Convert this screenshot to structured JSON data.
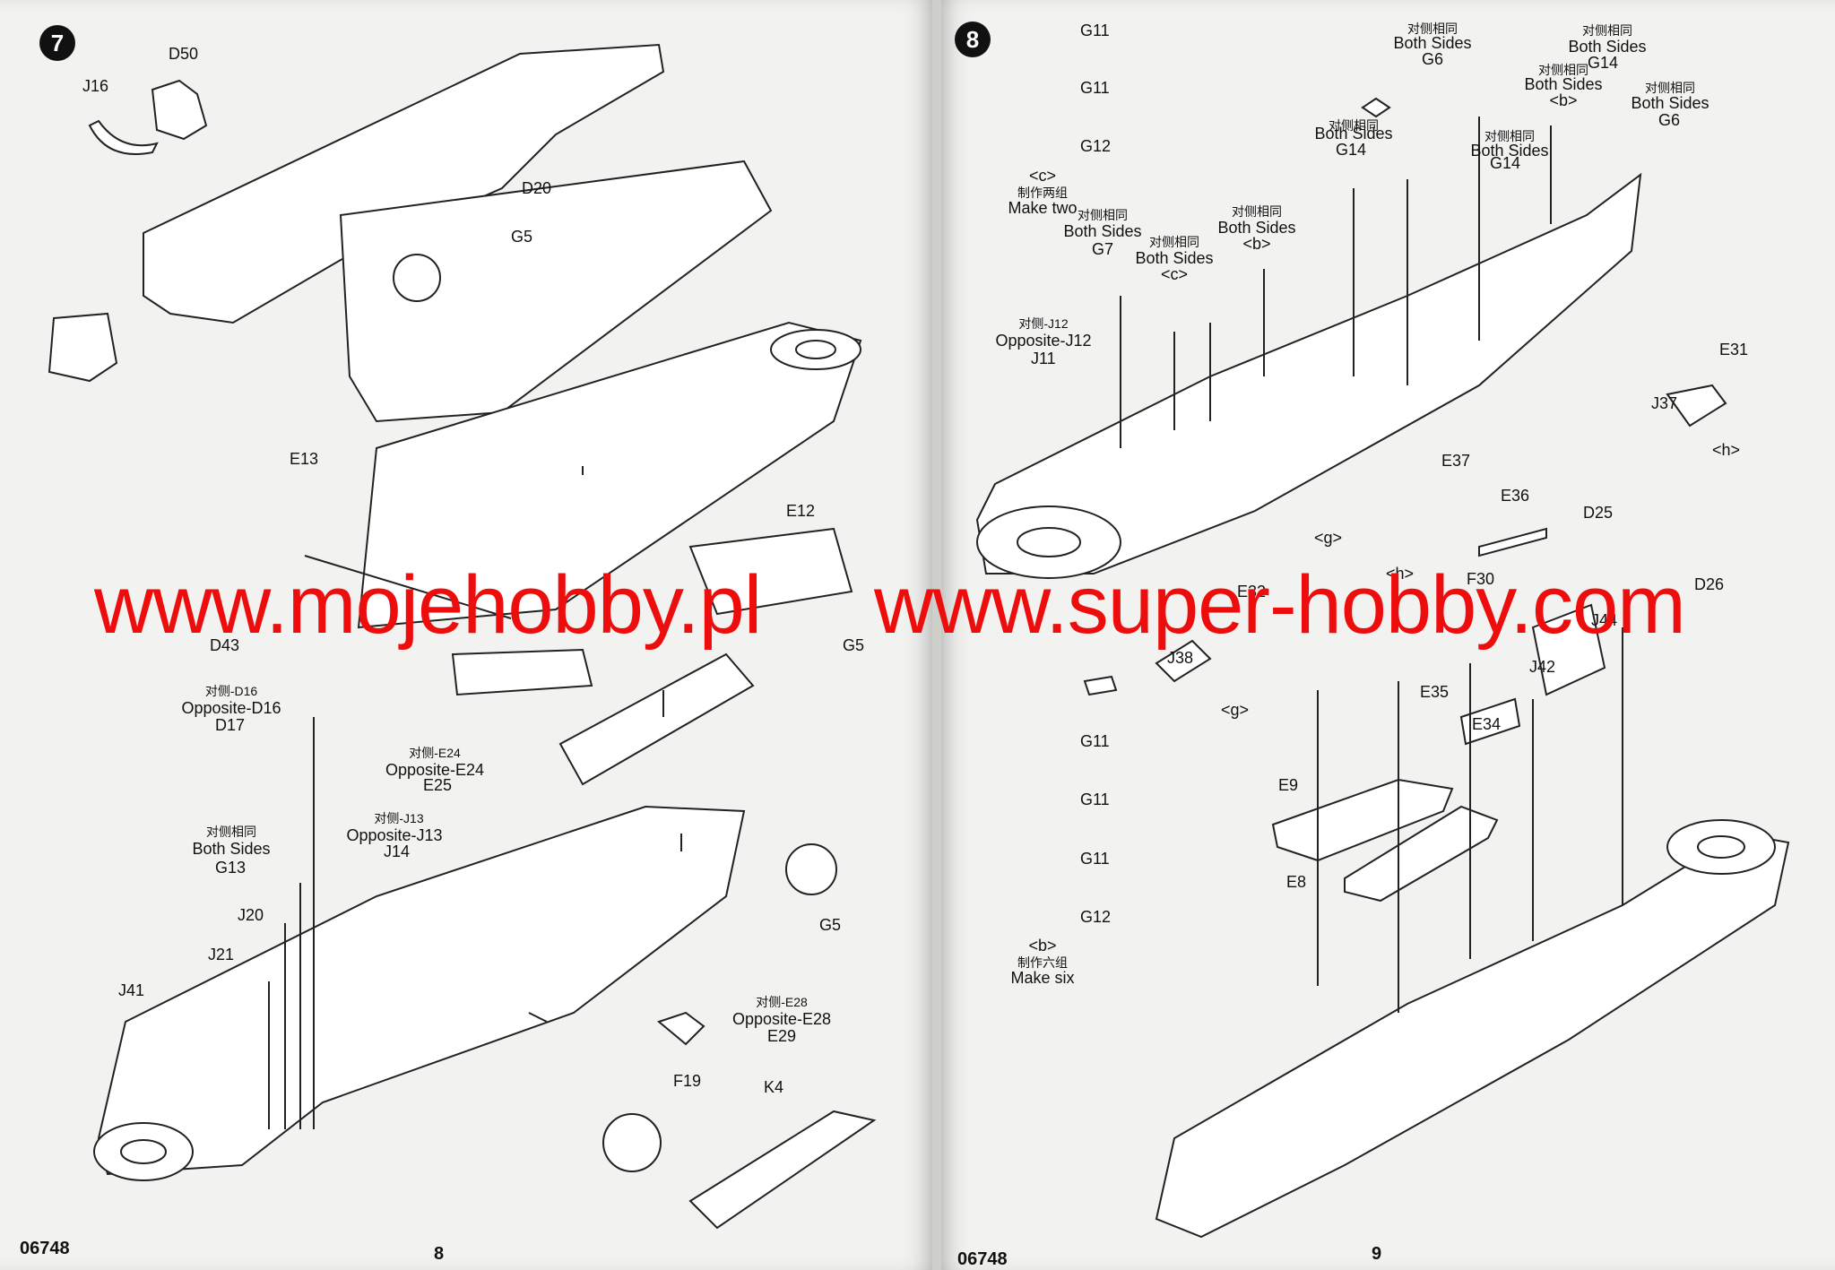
{
  "left_page": {
    "step": "7",
    "code": "06748",
    "page_number": "8",
    "labels": {
      "d50": "D50",
      "j16": "J16",
      "d20": "D20",
      "g5_top": "G5",
      "e13": "E13",
      "e12": "E12",
      "d43": "D43",
      "g5_mid": "G5",
      "d17_cn": "对侧-D16",
      "d17_en": "Opposite-D16",
      "d17": "D17",
      "e25_cn": "对侧-E24",
      "e25_en": "Opposite-E24",
      "e25": "E25",
      "j14_cn": "对侧-J13",
      "j14_en": "Opposite-J13",
      "j14": "J14",
      "g13_cn": "对侧相同",
      "g13_en": "Both Sides",
      "g13": "G13",
      "j20": "J20",
      "j21": "J21",
      "j41": "J41",
      "g5_low": "G5",
      "e29_cn": "对侧-E28",
      "e29_en": "Opposite-E28",
      "e29": "E29",
      "f19": "F19",
      "k4": "K4"
    }
  },
  "right_page": {
    "step": "8",
    "code": "06748",
    "page_number": "9",
    "labels": {
      "g11_a": "G11",
      "g11_b": "G11",
      "g12_a": "G12",
      "c_tag": "<c>",
      "make_two_cn": "制作两组",
      "make_two_en": "Make two",
      "g7_cn": "对侧相同",
      "g7_en": "Both Sides",
      "g7": "G7",
      "j11_cn": "对侧-J12",
      "j11_en": "Opposite-J12",
      "j11": "J11",
      "c2_cn": "对侧相同",
      "c2_en": "Both Sides",
      "c2": "<c>",
      "b1_cn": "对侧相同",
      "b1_en": "Both Sides",
      "b1": "<b>",
      "g14a_cn": "对侧相同",
      "g14a_en": "Both Sides",
      "g14a": "G14",
      "g6a_cn": "对侧相同",
      "g6a_en": "Both Sides",
      "g6a": "G6",
      "g14b": "G14",
      "g14b_cn": "对侧相同",
      "g14b_en": "Both Sides",
      "b2_cn": "对侧相同",
      "b2_en": "Both Sides",
      "b2": "<b>",
      "g14c_cn": "对侧相同",
      "g14c_en": "Both Sides",
      "g14c": "G14",
      "g6b_cn": "对侧相同",
      "g6b_en": "Both Sides",
      "g6b": "G6",
      "e31": "E31",
      "j37": "J37",
      "h1": "<h>",
      "e37": "E37",
      "e36": "E36",
      "d25": "D25",
      "d26": "D26",
      "g1": "<g>",
      "h2": "<h>",
      "f30": "F30",
      "e32": "E32",
      "j44": "J44",
      "j38": "J38",
      "g2": "<g>",
      "j42": "J42",
      "e35": "E35",
      "e34": "E34",
      "e9": "E9",
      "e8": "E8",
      "g11_c": "G11",
      "g11_d": "G11",
      "g11_e": "G11",
      "g12_b": "G12",
      "b_tag": "<b>",
      "make_six_cn": "制作六组",
      "make_six_en": "Make six"
    }
  },
  "watermark": {
    "left": "www.mojehobby.pl",
    "right": "www.super-hobby.com",
    "color": "#ee0d0d"
  }
}
